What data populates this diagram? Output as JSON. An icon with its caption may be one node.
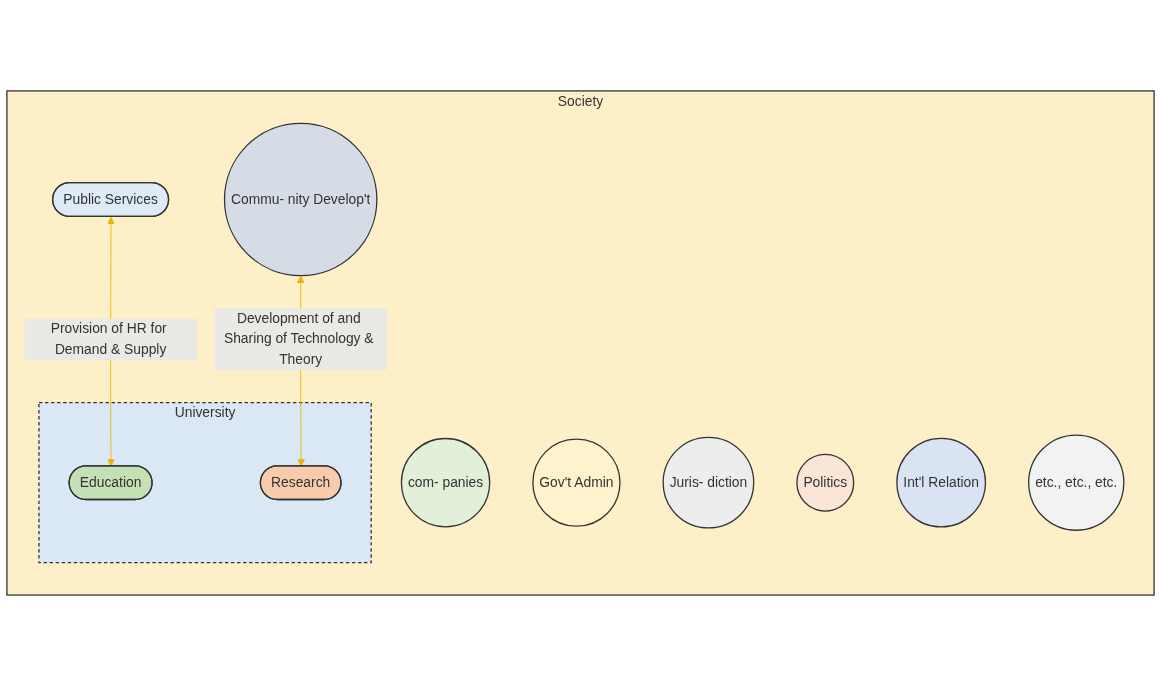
{
  "diagram": {
    "nodes": [
      {
        "text": [
          "Society"
        ]
      },
      {
        "text": [
          "com- panies"
        ],
        "in": 0
      },
      {
        "text": [
          "Public Services"
        ],
        "in": 0
      },
      {
        "text": [
          "Gov't Admin"
        ],
        "in": 0
      },
      {
        "text": [
          "Juris- diction"
        ],
        "in": 0
      },
      {
        "text": [
          "Politics"
        ],
        "in": 0
      },
      {
        "text": [
          "Int'l Relation"
        ],
        "in": 0
      },
      {
        "text": [
          "Commu- nity Develop't"
        ],
        "in": 0
      },
      {
        "text": [
          "etc., etc., etc."
        ],
        "in": 0
      },
      {
        "text": [
          "University"
        ],
        "in": 0
      },
      {
        "text": [
          "Education"
        ],
        "in": 9
      },
      {
        "text": [
          "Research"
        ],
        "in": 9
      }
    ],
    "edges": [
      {
        "from": 2,
        "to": 10,
        "arrow": "both",
        "label": "Provision of HR for Demand & Supply"
      },
      {
        "from": 7,
        "to": 11,
        "arrow": "both",
        "label": "Development of and Sharing of Technology & Theory"
      }
    ]
  }
}
